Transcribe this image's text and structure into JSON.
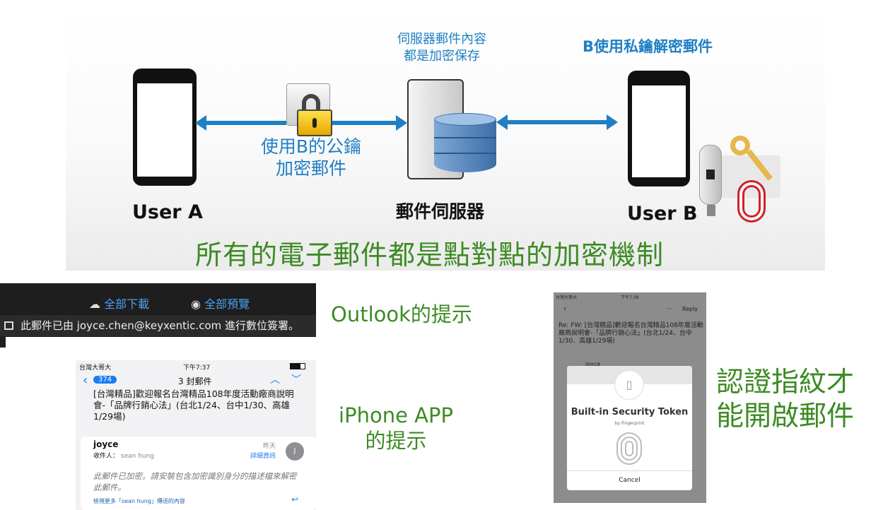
{
  "diagram": {
    "server_note": [
      "伺服器郵件內容",
      "都是加密保存"
    ],
    "decrypt_note": "B使用私鑰解密郵件",
    "encrypt_note": [
      "使用B的公鑰",
      "加密郵件"
    ],
    "user_a": "User A",
    "server_label": "郵件伺服器",
    "user_b": "User B",
    "summary": "所有的電子郵件都是點對點的加密機制",
    "colors": {
      "blue": "#1f7fc4",
      "green": "#3d8b24"
    }
  },
  "outlook": {
    "download_all": "全部下載",
    "preview_all": "全部預覽",
    "signed_notice": "此郵件已由 joyce.chen@keyxentic.com 進行數位簽署。",
    "caption": "Outlook的提示"
  },
  "iphone": {
    "carrier": "台灣大哥大",
    "time": "下午7:37",
    "unread_badge": "374",
    "thread_count": "3 封郵件",
    "subject": "[台灣精品]歡迎報名台灣精品108年度活動廠商說明會-「品牌行銷心法」(台北1/24、台中1/30、高雄1/29場)",
    "sender": "joyce",
    "to_label": "收件人：",
    "to": "sean hung",
    "date": "昨天",
    "details": "詳細資訊",
    "avatar": "J",
    "encrypted_msg": "此郵件已加密。請安裝包含加密識別身分的描述檔來解密此郵件。",
    "more_link": "檢視更多「sean hung」傳送的內容",
    "caption": [
      "iPhone APP",
      "的提示"
    ]
  },
  "fingerprint_app": {
    "carrier": "台灣大哥大",
    "time": "下午7:38",
    "reply": "Reply",
    "more": "···",
    "subject": "Re: FW: [台灣精品]歡迎報名台灣精品108年度活動廠商說明會-「品牌行銷心法」(台北1/24、台中1/30、高雄1/29場)",
    "sender": "joyce",
    "dialog_title": "Built-in Security Token",
    "dialog_sub": "by Fingerprint",
    "cancel": "Cancel",
    "caption": [
      "認證指紋才",
      "能開啟郵件"
    ]
  }
}
